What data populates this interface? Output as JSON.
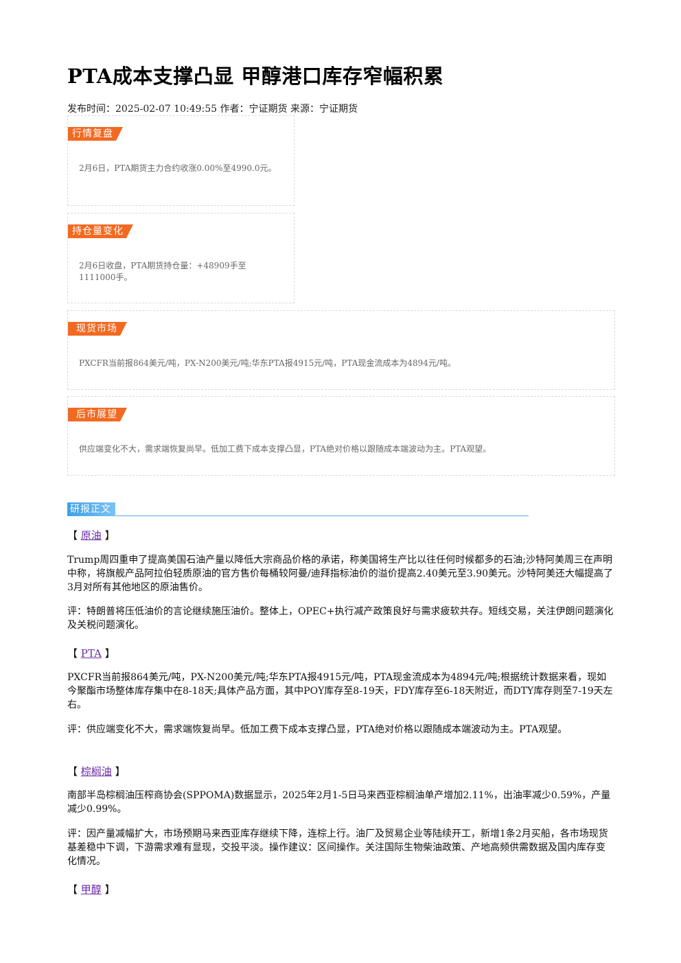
{
  "title": "PTA成本支撑凸显 甲醇港口库存窄幅积累",
  "meta": "发布时间：2025-02-07 10:49:55 作者：宁证期货 来源：宁证期货",
  "boxes": [
    {
      "tag": "行情复盘",
      "text": "2月6日，PTA期货主力合约收涨0.00%至4990.0元。"
    },
    {
      "tag": "持仓量变化",
      "text": "2月6日收盘，PTA期货持仓量：+48909手至1111000手。"
    },
    {
      "tag": "现货市场",
      "text": "PXCFR当前报864美元/吨，PX-N200美元/吨;华东PTA报4915元/吨，PTA现金流成本为4894元/吨。"
    },
    {
      "tag": "后市展望",
      "text": "供应端变化不大，需求端恢复尚早。低加工费下成本支撑凸显，PTA绝对价格以跟随成本端波动为主。PTA观望。"
    }
  ],
  "section_label": "研报正文",
  "sections": [
    {
      "bracket_open": "【",
      "category": "原油",
      "bracket_close": "】",
      "body": "Trump周四重申了提高美国石油产量以降低大宗商品价格的承诺，称美国将生产比以往任何时候都多的石油;沙特阿美周三在声明中称，将旗舰产品阿拉伯轻质原油的官方售价每桶较阿曼/迪拜指标油价的溢价提高2.40美元至3.90美元。沙特阿美还大幅提高了3月对所有其他地区的原油售价。",
      "comment": "评：特朗普将压低油价的言论继续施压油价。整体上，OPEC+执行减产政策良好与需求疲软共存。短线交易，关注伊朗问题演化及关税问题演化。"
    },
    {
      "bracket_open": "【",
      "category": "PTA",
      "bracket_close": "】",
      "body": "PXCFR当前报864美元/吨，PX-N200美元/吨;华东PTA报4915元/吨，PTA现金流成本为4894元/吨;根据统计数据来看，现如今聚酯市场整体库存集中在8-18天;具体产品方面，其中POY库存至8-19天，FDY库存至6-18天附近，而DTY库存则至7-19天左右。",
      "comment": "评：供应端变化不大，需求端恢复尚早。低加工费下成本支撑凸显，PTA绝对价格以跟随成本端波动为主。PTA观望。"
    },
    {
      "bracket_open": "【",
      "category": "棕榈油",
      "bracket_close": "】",
      "body": "南部半岛棕榈油压榨商协会(SPPOMA)数据显示，2025年2月1-5日马来西亚棕榈油单产增加2.11%，出油率减少0.59%，产量减少0.99%。",
      "comment": "评：因产量减幅扩大，市场预期马来西亚库存继续下降，连棕上行。油厂及贸易企业等陆续开工，新增1条2月买船，各市场现货基差稳中下调，下游需求难有显现，交投平淡。操作建议：区间操作。关注国际生物柴油政策、产地高频供需数据及国内库存变化情况。"
    },
    {
      "bracket_open": "【",
      "category": "甲醇",
      "bracket_close": "】"
    }
  ]
}
